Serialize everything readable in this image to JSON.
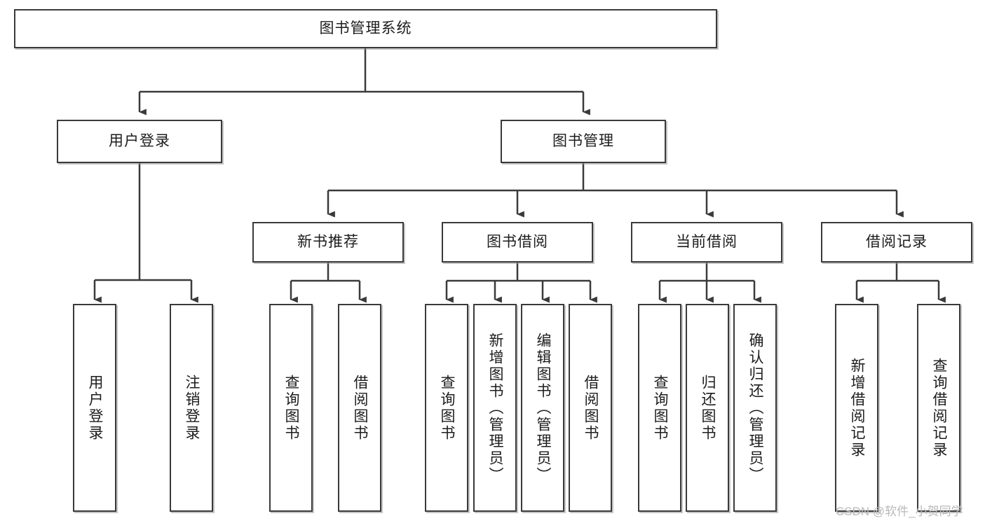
{
  "diagram": {
    "title": "图书管理系统",
    "type": "功能结构图",
    "root": {
      "label": "图书管理系统"
    },
    "level2": [
      {
        "label": "用户登录"
      },
      {
        "label": "图书管理"
      }
    ],
    "level3": [
      {
        "label": "新书推荐"
      },
      {
        "label": "图书借阅"
      },
      {
        "label": "当前借阅"
      },
      {
        "label": "借阅记录"
      }
    ],
    "leaves": {
      "user_login": [
        {
          "label": "用户登录"
        },
        {
          "label": "注销登录"
        }
      ],
      "new_book_recommend": [
        {
          "label": "查询图书"
        },
        {
          "label": "借阅图书"
        }
      ],
      "book_borrow": [
        {
          "label": "查询图书"
        },
        {
          "label": "新增图书（管理员）"
        },
        {
          "label": "编辑图书（管理员）"
        },
        {
          "label": "借阅图书"
        }
      ],
      "current_borrow": [
        {
          "label": "查询图书"
        },
        {
          "label": "归还图书"
        },
        {
          "label": "确认归还（管理员）"
        }
      ],
      "borrow_record": [
        {
          "label": "新增借阅记录"
        },
        {
          "label": "查询借阅记录"
        }
      ]
    }
  },
  "watermark": {
    "text": "CSDN @软件_小贺同学"
  },
  "colors": {
    "box_border": "#3a3a3a",
    "box_fill": "#ffffff",
    "line": "#3a3a3a",
    "text": "#1c1c1c",
    "watermark": "#b9b9b9",
    "background": "#ffffff"
  }
}
